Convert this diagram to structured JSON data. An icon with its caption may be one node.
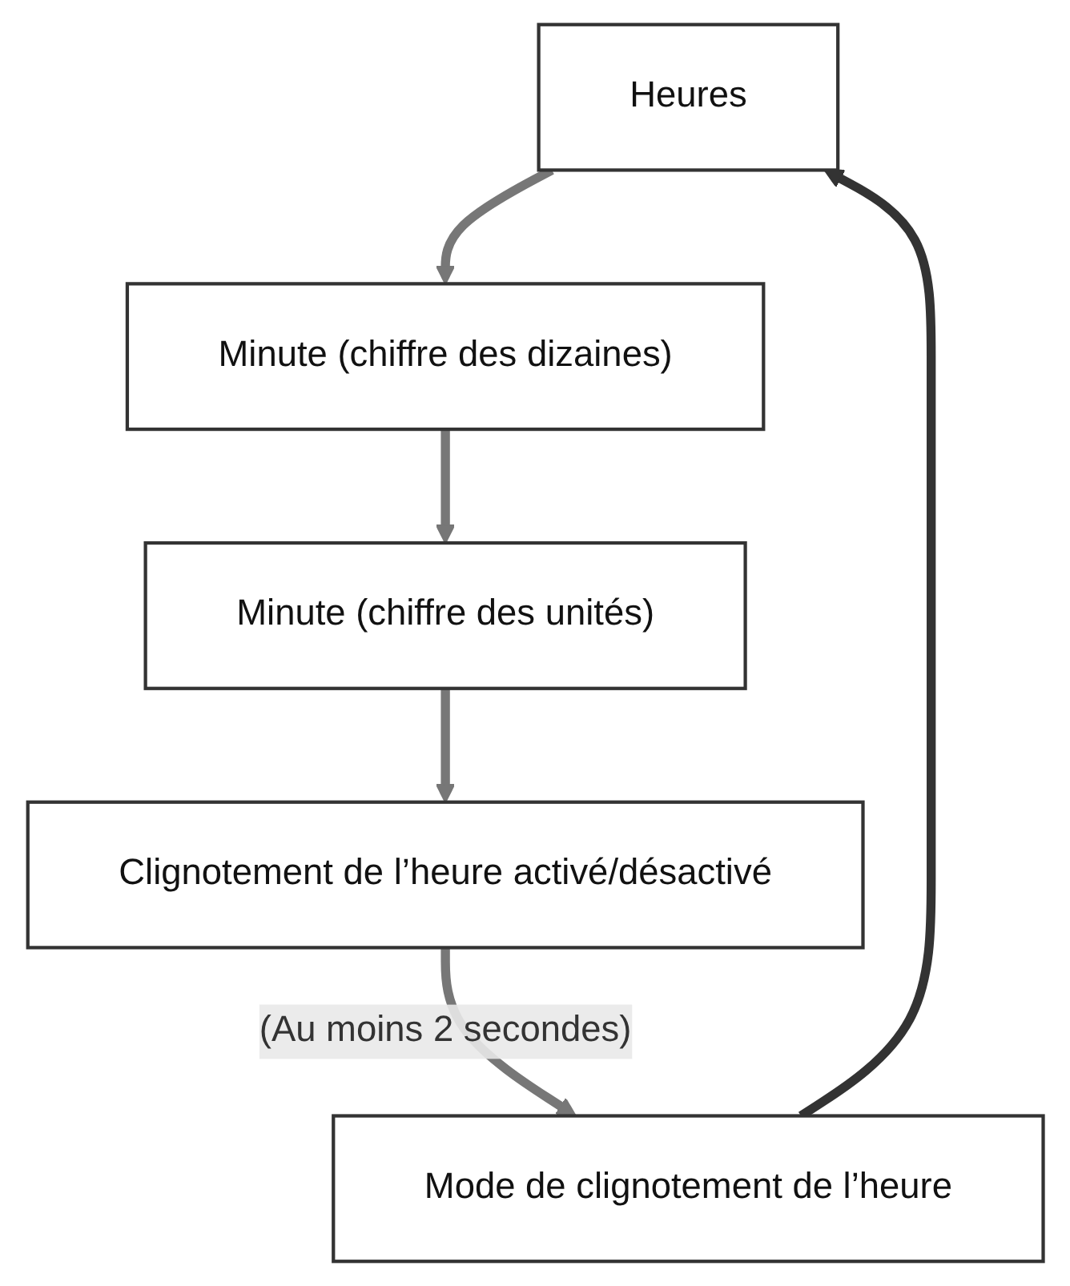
{
  "diagram": {
    "nodes": [
      {
        "text": [
          "Heures"
        ]
      },
      {
        "text": [
          "Minute (chiffre des dizaines)"
        ]
      },
      {
        "text": [
          "Minute (chiffre des unités)"
        ]
      },
      {
        "text": [
          "Clignotement de l’heure activé/désactivé"
        ]
      },
      {
        "text": [
          "Mode de clignotement de l’heure"
        ]
      }
    ],
    "edges": [
      {
        "from": 0,
        "to": 1,
        "arrow": "to"
      },
      {
        "from": 1,
        "to": 2,
        "arrow": "to"
      },
      {
        "from": 2,
        "to": 3,
        "arrow": "to"
      },
      {
        "from": 3,
        "to": 4,
        "arrow": "to",
        "label": "(Au moins 2 secondes)"
      },
      {
        "from": 4,
        "to": 0,
        "arrow": "to",
        "color": "#333333"
      }
    ]
  }
}
